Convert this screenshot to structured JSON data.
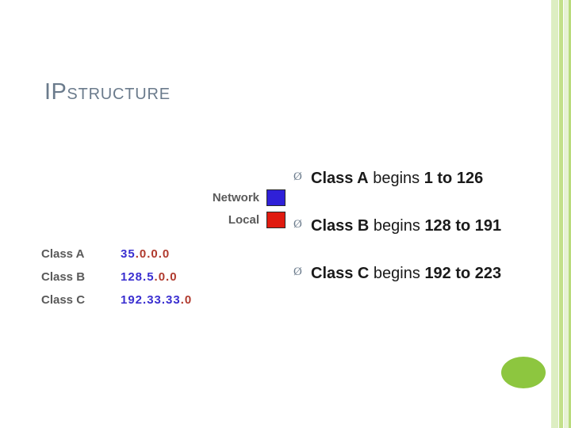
{
  "slide": {
    "title": {
      "lead": "IP",
      "rest": "STRUCTURE"
    },
    "diagram": {
      "legend": [
        {
          "label": "Network",
          "swatch_color": "#2f20d8",
          "icon": "network-color-swatch"
        },
        {
          "label": "Local",
          "swatch_color": "#e01b10",
          "icon": "local-color-swatch"
        }
      ],
      "rows": [
        {
          "name": "Class A",
          "network_part": "35",
          "local_part": ".0.0.0"
        },
        {
          "name": "Class B",
          "network_part": "128.5",
          "local_part": ".0.0"
        },
        {
          "name": "Class C",
          "network_part": "192.33.33",
          "local_part": ".0"
        }
      ]
    },
    "bullets": [
      {
        "marker": "Ø",
        "bold_prefix": "Class A",
        "middle": " begins ",
        "bold_suffix": "1 to 126"
      },
      {
        "marker": "Ø",
        "bold_prefix": "Class B",
        "middle": " begins ",
        "bold_suffix": "128 to 191"
      },
      {
        "marker": "Ø",
        "bold_prefix": "Class C",
        "middle": " begins ",
        "bold_suffix": "192 to 223"
      }
    ],
    "decor": {
      "stripe_colors": [
        "#ddeec2",
        "#c3e08a",
        "#e7f2d4",
        "#b9db7c"
      ],
      "dot_color": "#8dc63f"
    }
  }
}
